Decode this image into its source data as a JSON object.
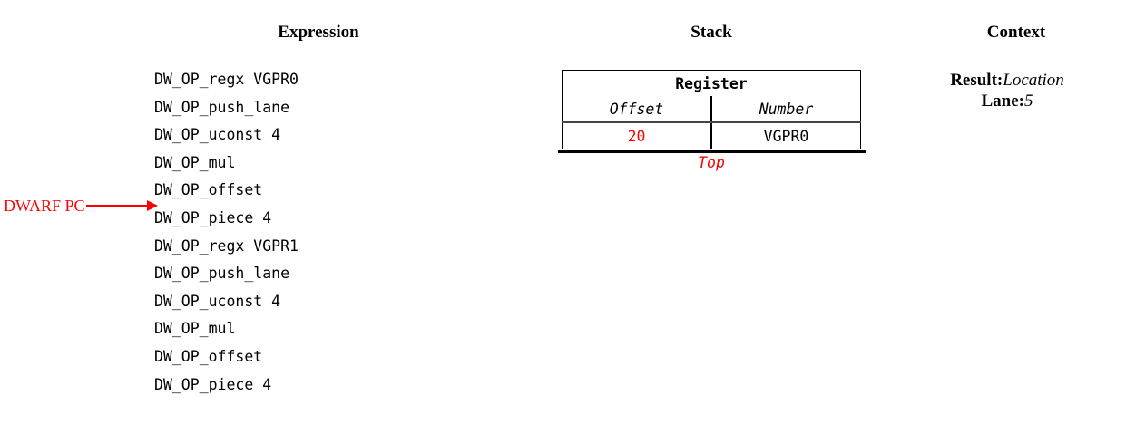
{
  "headings": {
    "expression": "Expression",
    "stack": "Stack",
    "context": "Context"
  },
  "expression": {
    "lines": [
      "DW_OP_regx VGPR0",
      "DW_OP_push_lane",
      "DW_OP_uconst 4",
      "DW_OP_mul",
      "DW_OP_offset",
      "DW_OP_piece 4",
      "DW_OP_regx VGPR1",
      "DW_OP_push_lane",
      "DW_OP_uconst 4",
      "DW_OP_mul",
      "DW_OP_offset",
      "DW_OP_piece 4"
    ]
  },
  "pc_marker": {
    "label": "DWARF PC",
    "color": "#ff0000",
    "points_at_line_index": 5
  },
  "stack": {
    "group_header": "Register",
    "columns": [
      "Offset",
      "Number"
    ],
    "rows": [
      {
        "offset": "20",
        "offset_color": "#ff0000",
        "number": "VGPR0",
        "number_color": "#000000"
      }
    ],
    "top_label": "Top",
    "top_label_color": "#ff0000"
  },
  "context": {
    "entries": [
      {
        "key": "Result:",
        "value": "Location"
      },
      {
        "key": "Lane:",
        "value": "5"
      }
    ]
  }
}
